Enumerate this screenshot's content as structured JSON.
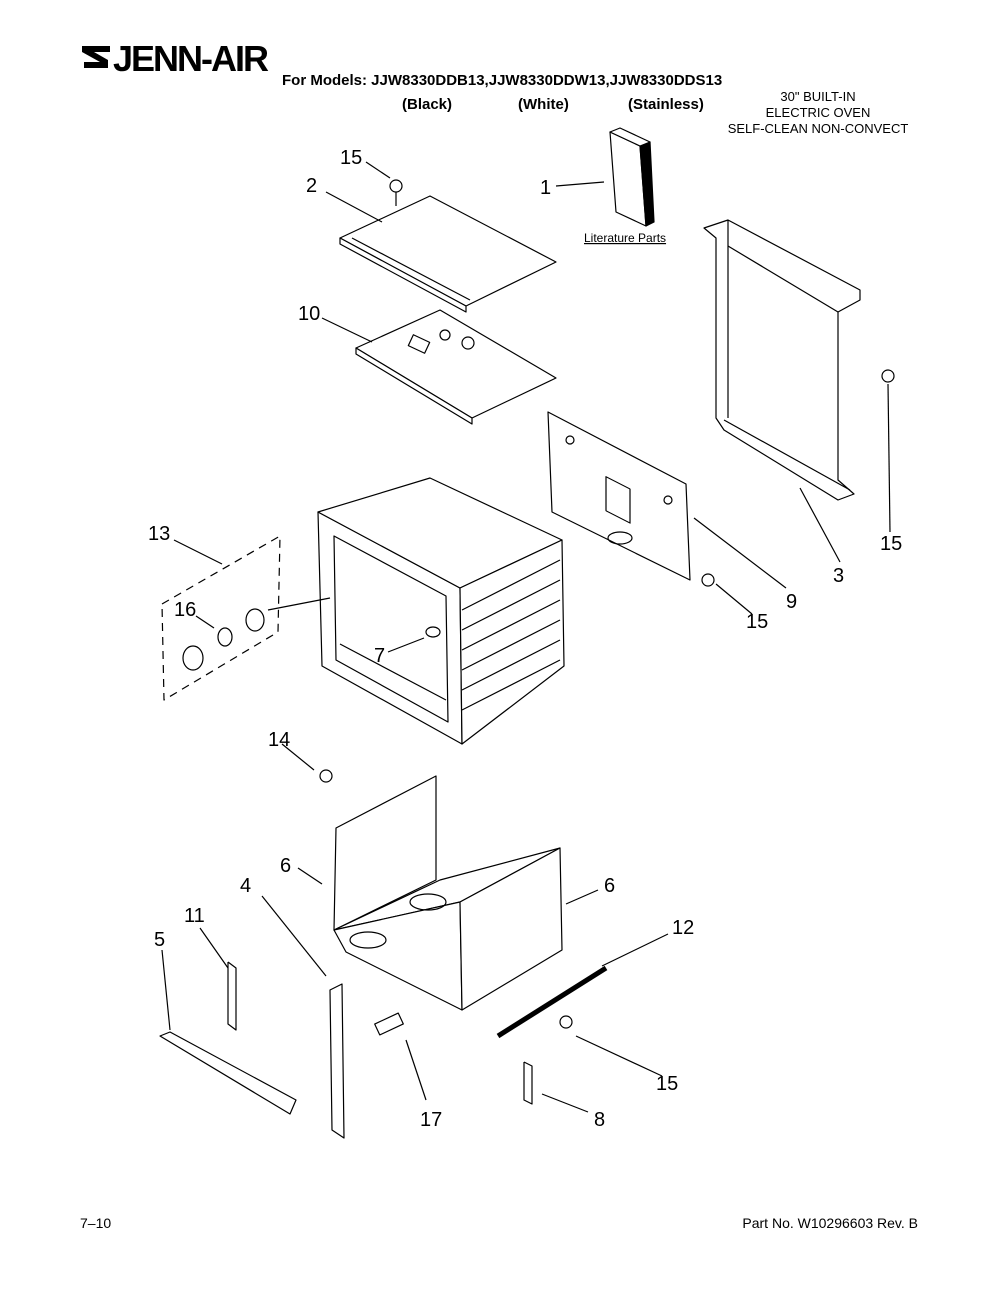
{
  "header": {
    "brand": "JENN-AIR",
    "models_line": "For Models: JJW8330DDB13,JJW8330DDW13,JJW8330DDS13",
    "variants": [
      "(Black)",
      "(White)",
      "(Stainless)"
    ],
    "appliance": [
      "30\" BUILT-IN",
      "ELECTRIC OVEN",
      "SELF-CLEAN NON-CONVECT"
    ]
  },
  "diagram": {
    "literature_label": "Literature Parts",
    "callouts": [
      {
        "id": "c1",
        "text": "1"
      },
      {
        "id": "c2",
        "text": "2"
      },
      {
        "id": "c3",
        "text": "3"
      },
      {
        "id": "c4",
        "text": "4"
      },
      {
        "id": "c5",
        "text": "5"
      },
      {
        "id": "c6a",
        "text": "6"
      },
      {
        "id": "c6b",
        "text": "6"
      },
      {
        "id": "c7",
        "text": "7"
      },
      {
        "id": "c8",
        "text": "8"
      },
      {
        "id": "c9",
        "text": "9"
      },
      {
        "id": "c10",
        "text": "10"
      },
      {
        "id": "c11",
        "text": "11"
      },
      {
        "id": "c12",
        "text": "12"
      },
      {
        "id": "c13",
        "text": "13"
      },
      {
        "id": "c14",
        "text": "14"
      },
      {
        "id": "c15a",
        "text": "15"
      },
      {
        "id": "c15b",
        "text": "15"
      },
      {
        "id": "c15c",
        "text": "15"
      },
      {
        "id": "c15d",
        "text": "15"
      },
      {
        "id": "c16",
        "text": "16"
      },
      {
        "id": "c17",
        "text": "17"
      }
    ]
  },
  "footer": {
    "page": "7–10",
    "part_no": "Part No. W10296603 Rev. B"
  }
}
